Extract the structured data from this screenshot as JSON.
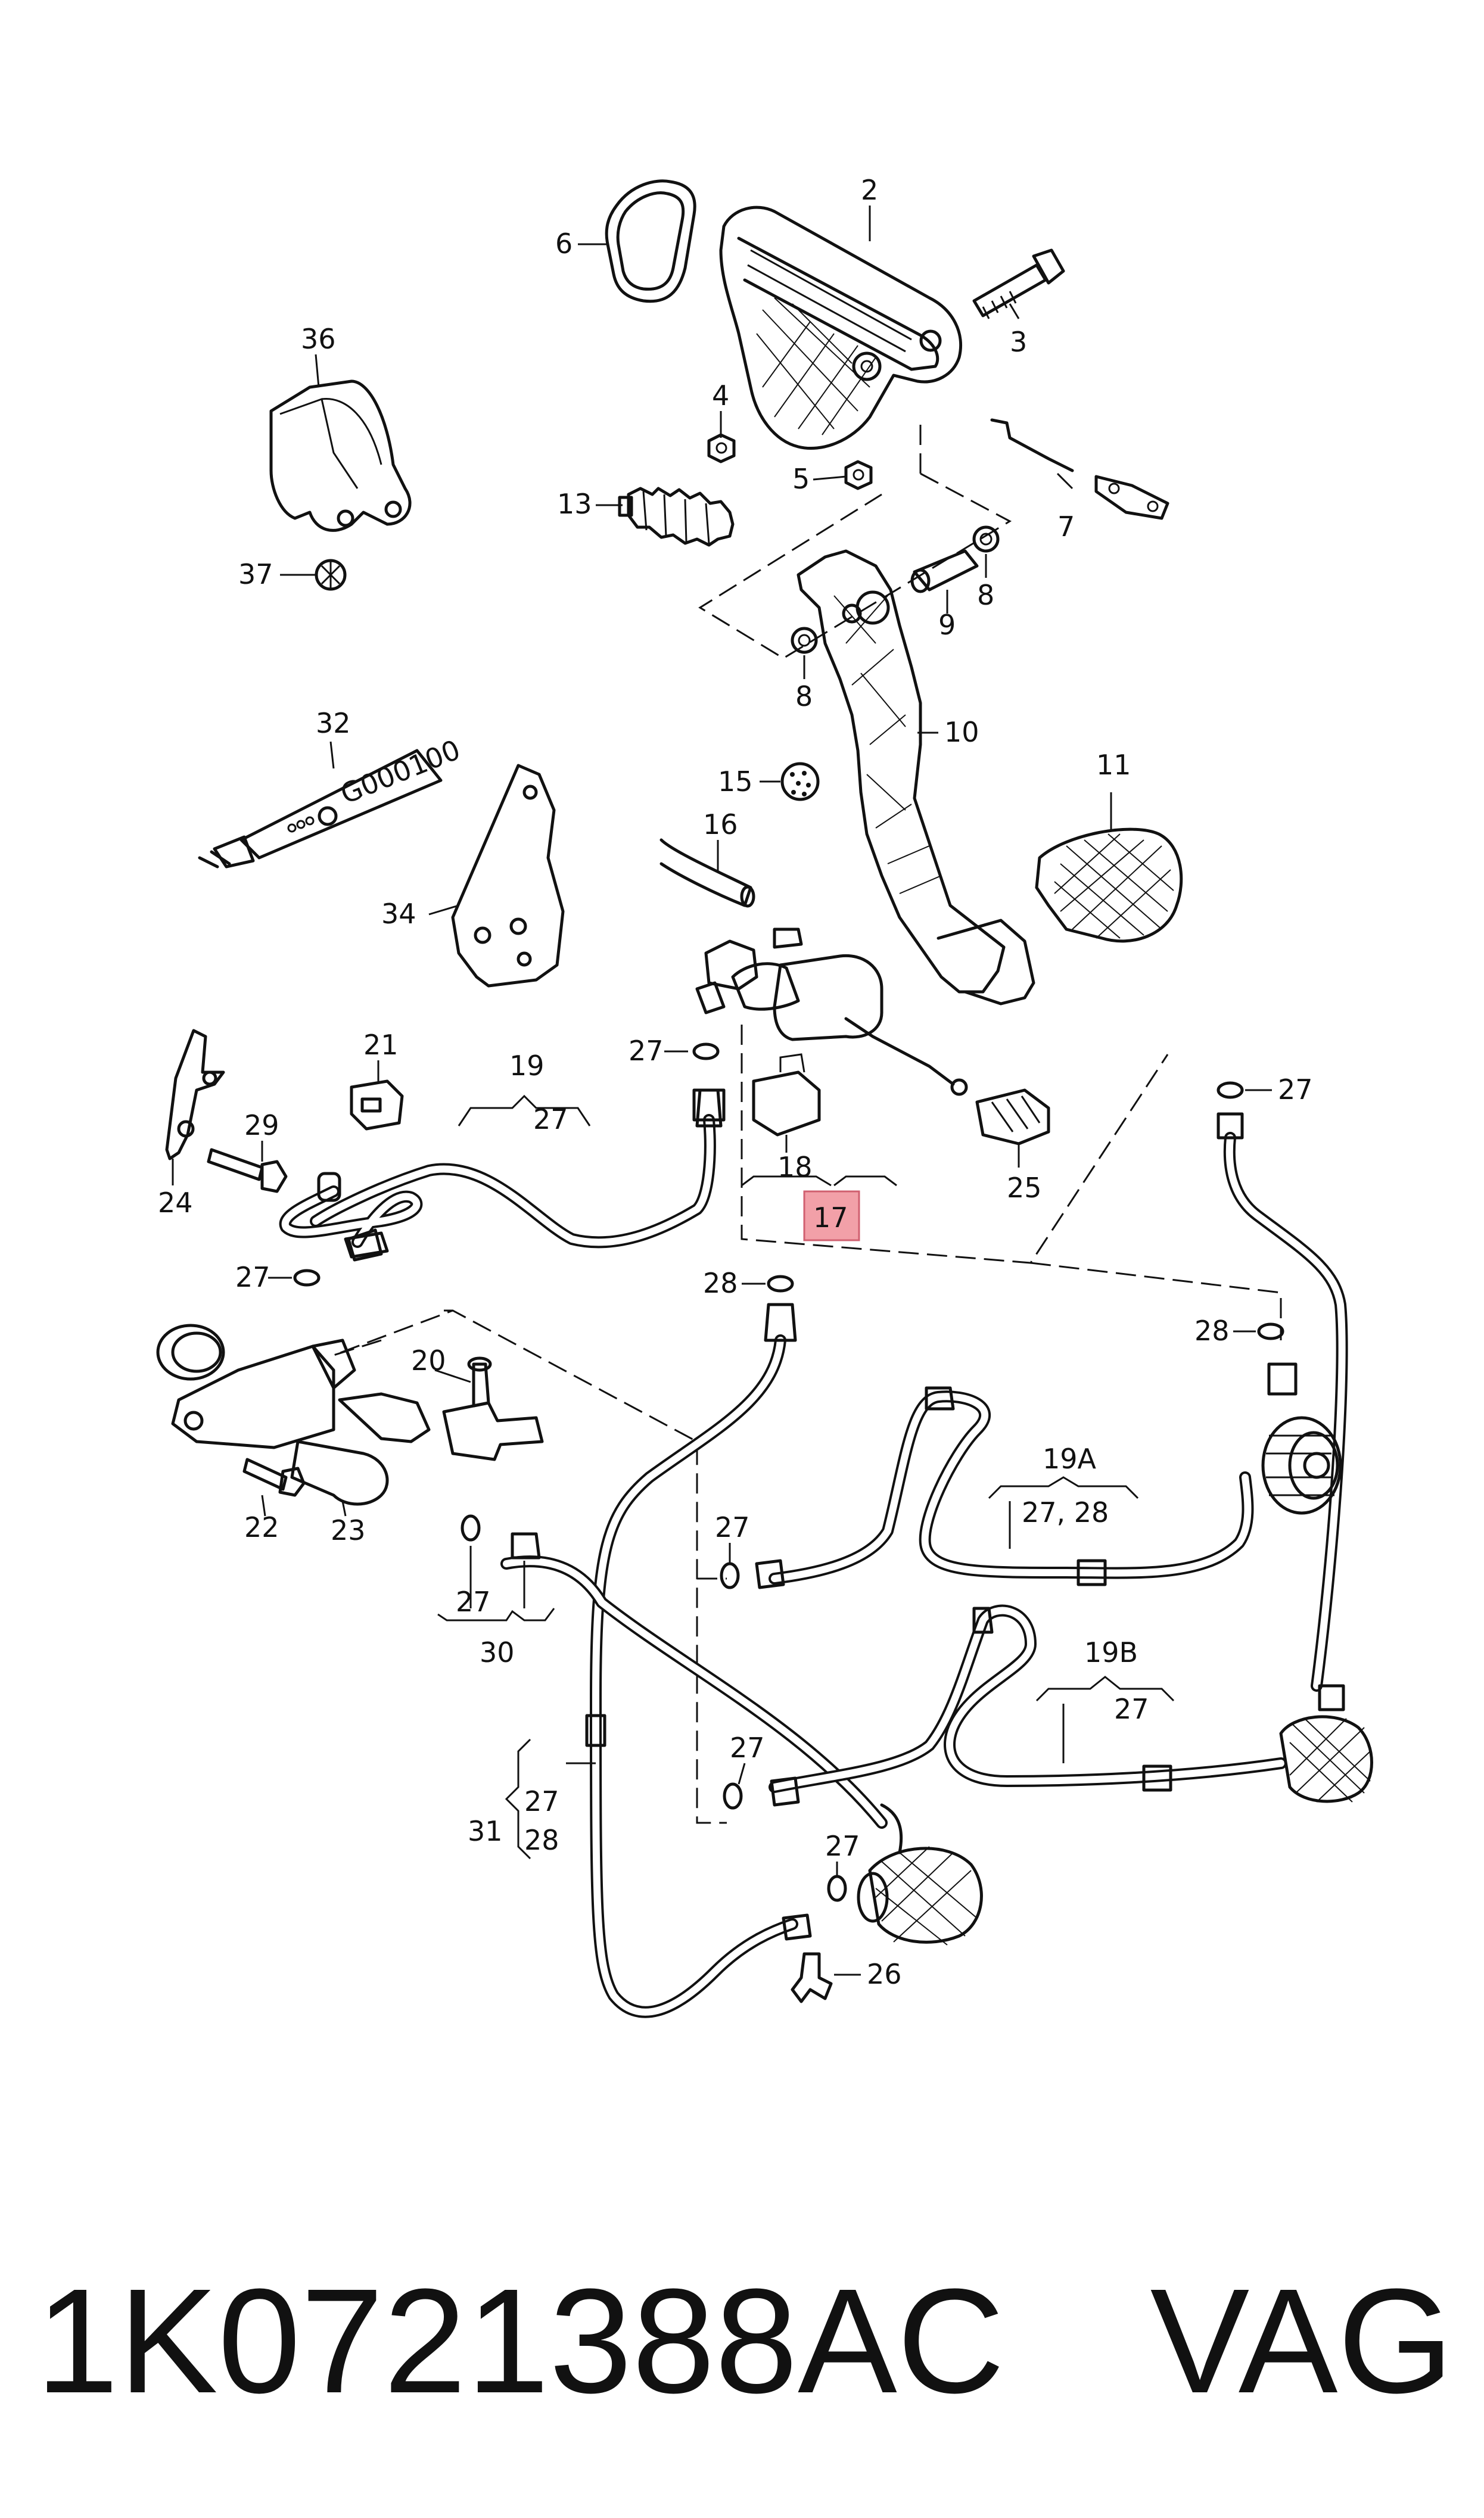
{
  "callouts": {
    "c2": "2",
    "c3": "3",
    "c4": "4",
    "c5": "5",
    "c6": "6",
    "c7": "7",
    "c8a": "8",
    "c8b": "8",
    "c9": "9",
    "c10": "10",
    "c11": "11",
    "c13": "13",
    "c15": "15",
    "c16": "16",
    "c17": "17",
    "c18": "18",
    "c19": "19",
    "c19_sub": "27",
    "c19a": "19A",
    "c19a_sub": "27, 28",
    "c19b": "19B",
    "c19b_sub": "27",
    "c20": "20",
    "c21": "21",
    "c22": "22",
    "c23": "23",
    "c24": "24",
    "c25": "25",
    "c26": "26",
    "c27_a": "27",
    "c27_b": "27",
    "c27_c": "27",
    "c27_d": "27",
    "c27_e": "27",
    "c27_f": "27",
    "c27_g": "27",
    "c28_a": "28",
    "c28_b": "28",
    "c29": "29",
    "c30": "30",
    "c30_sub": "27",
    "c31": "31",
    "c31_sub1": "27",
    "c31_sub2": "28",
    "c32": "32",
    "c34": "34",
    "c36": "36",
    "c37": "37"
  },
  "tube_marking": "G000100",
  "highlight_color": "#f2a0a8",
  "footer": {
    "part_number": "1K0721388AC",
    "brand": "VAG"
  }
}
